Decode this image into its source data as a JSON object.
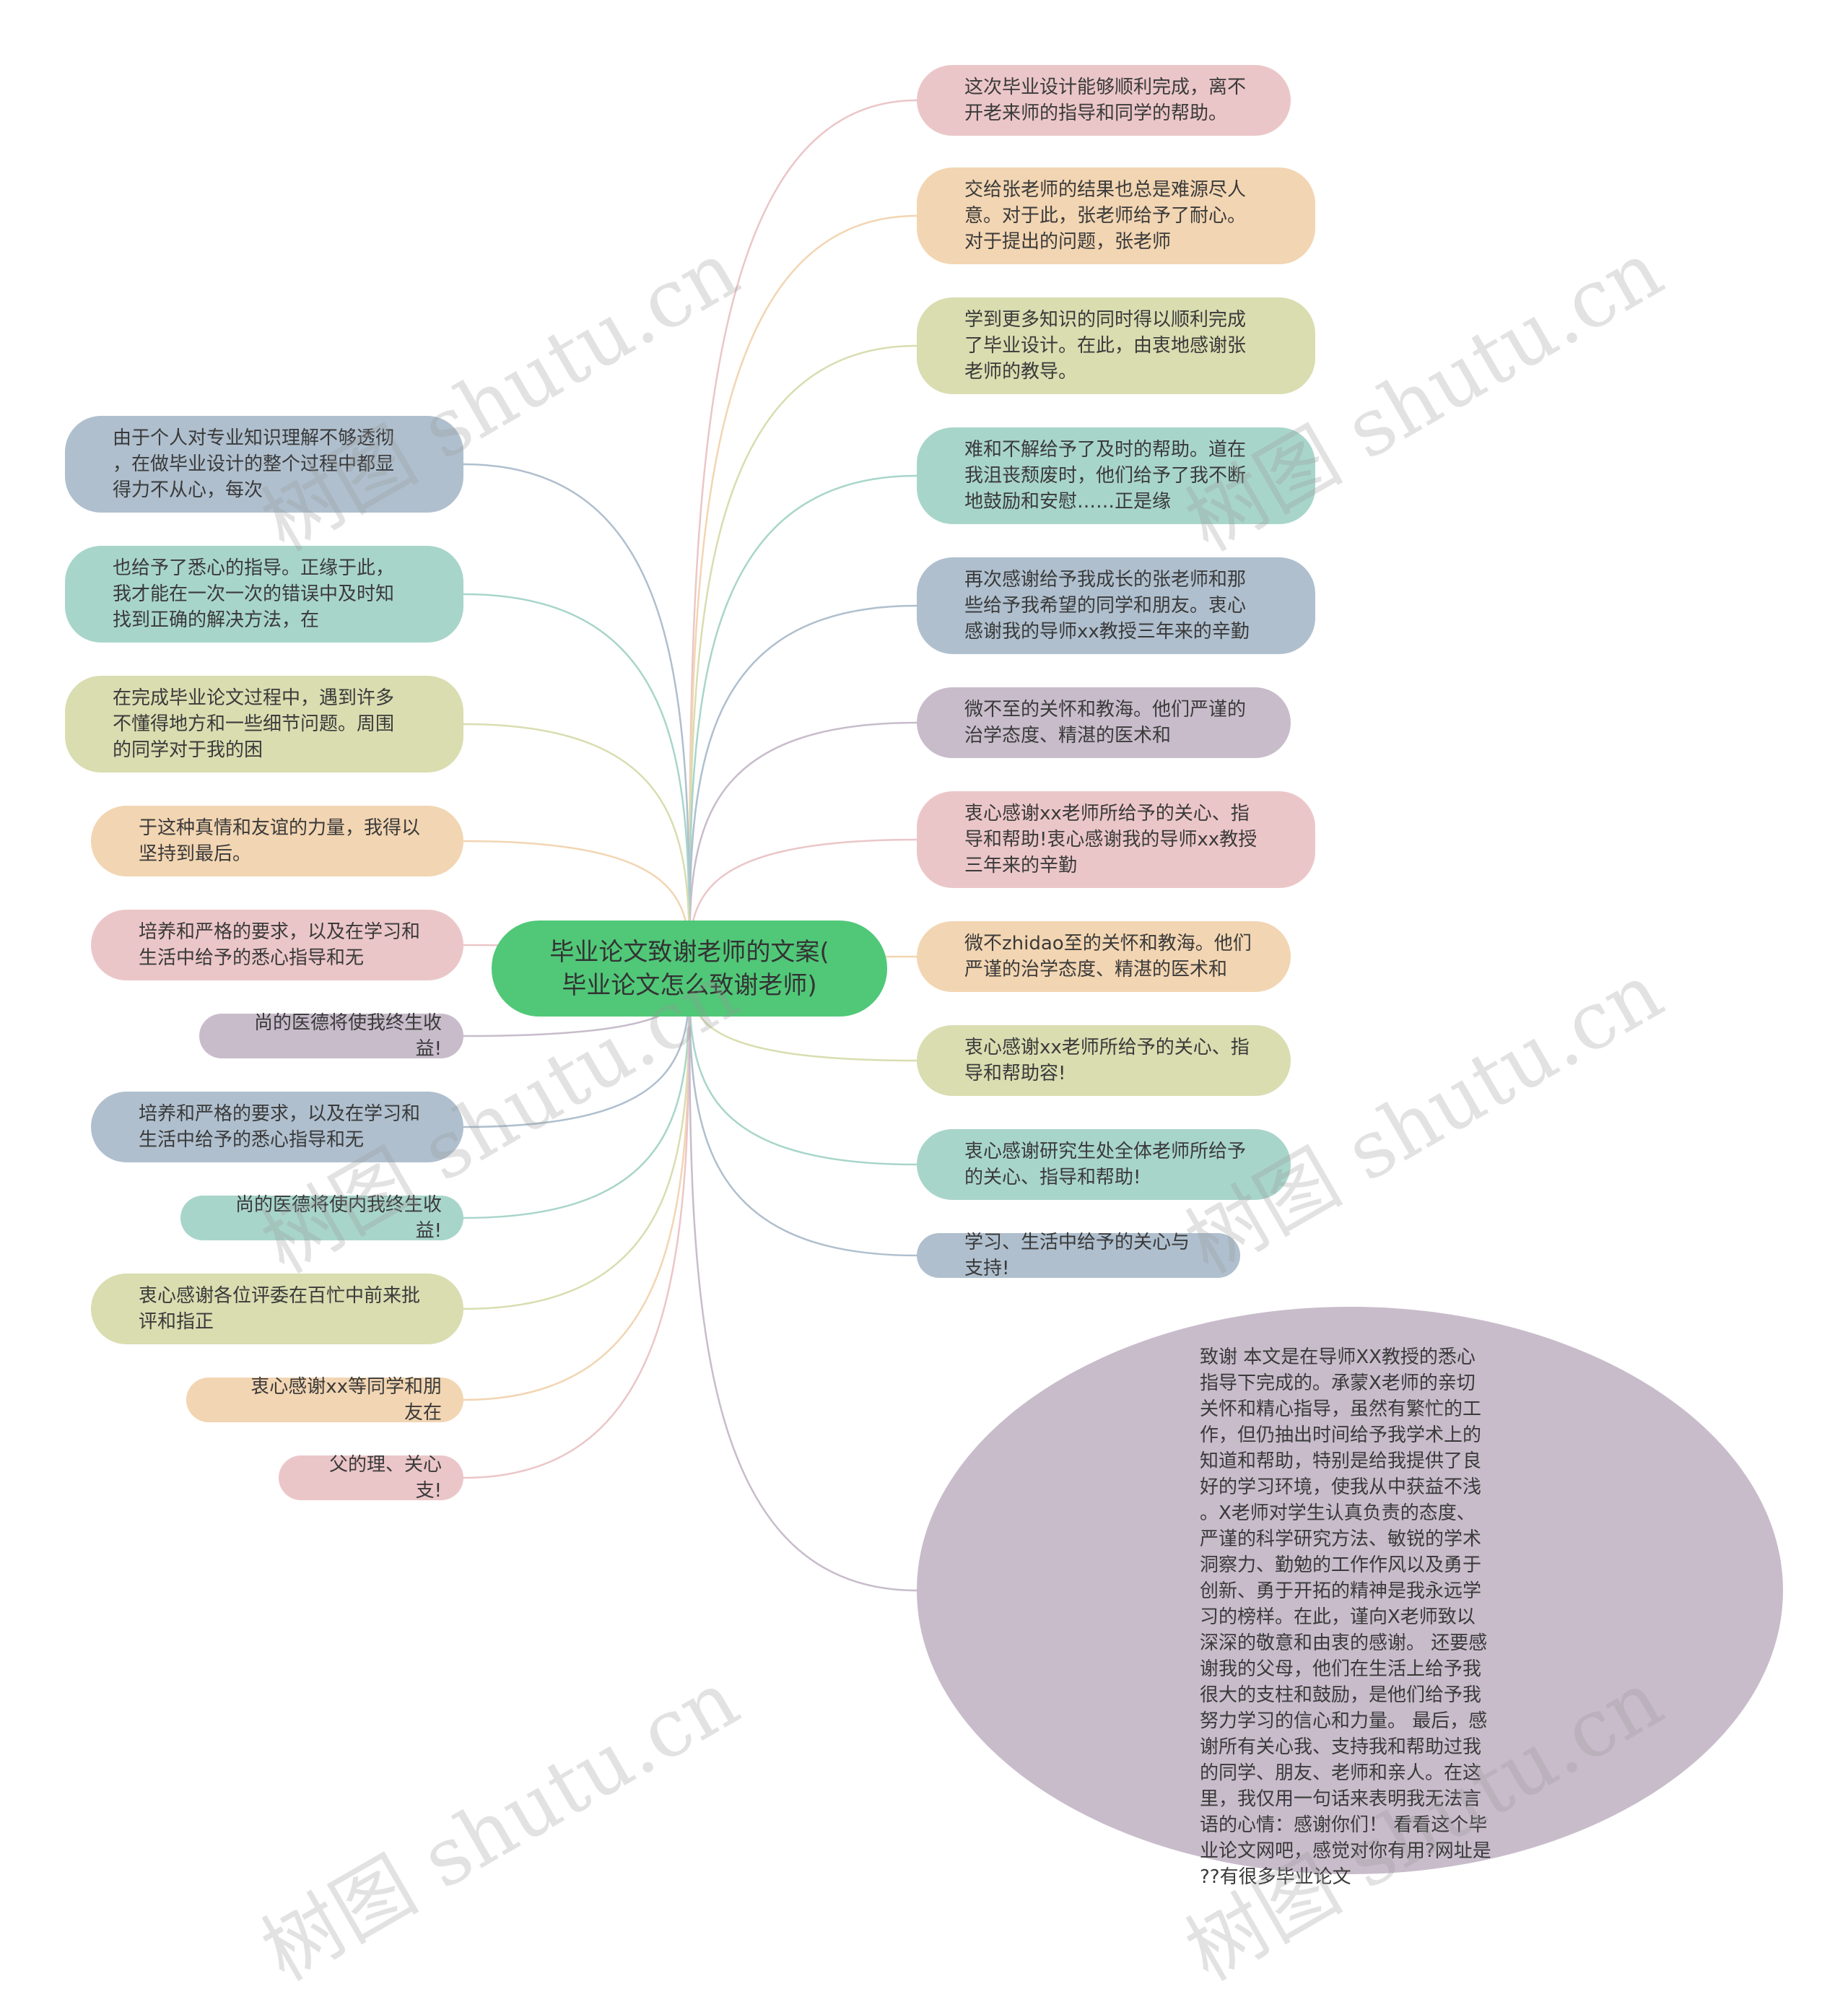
{
  "center": {
    "text": "毕业论文致谢老师的文案(\n毕业论文怎么致谢老师)"
  },
  "right_nodes": [
    {
      "text": "这次毕业设计能够顺利完成，离不\n开老来师的指导和同学的帮助。",
      "color": "#ebc6c8"
    },
    {
      "text": "交给张老师的结果也总是难源尽人\n意。对于此，张老师给予了耐心。\n对于提出的问题，张老师",
      "color": "#f2d5b2"
    },
    {
      "text": "学到更多知识的同时得以顺利完成\n了毕业设计。在此，由衷地感谢张\n老师的教导。",
      "color": "#d9ddb0"
    },
    {
      "text": "难和不解给予了及时的帮助。道在\n我沮丧颓废时，他们给予了我不断\n地鼓励和安慰……正是缘",
      "color": "#a8d5ca"
    },
    {
      "text": "再次感谢给予我成长的张老师和那\n些给予我希望的同学和朋友。衷心\n感谢我的导师xx教授三年来的辛勤",
      "color": "#afbfce"
    },
    {
      "text": "微不至的关怀和教海。他们严谨的\n治学态度、精湛的医术和",
      "color": "#c8bccb"
    },
    {
      "text": "衷心感谢xx老师所给予的关心、指\n导和帮助!衷心感谢我的导师xx教授\n三年来的辛勤",
      "color": "#ebc6c8"
    },
    {
      "text": "微不zhidao至的关怀和教海。他们\n严谨的治学态度、精湛的医术和",
      "color": "#f2d5b2"
    },
    {
      "text": "衷心感谢xx老师所给予的关心、指\n导和帮助容!",
      "color": "#d9ddb0"
    },
    {
      "text": "衷心感谢研究生处全体老师所给予\n的关心、指导和帮助!",
      "color": "#a8d5ca"
    },
    {
      "text": "学习、生活中给予的关心与支持!",
      "color": "#afbfce"
    }
  ],
  "left_nodes": [
    {
      "text": "由于个人对专业知识理解不够透彻\n，在做毕业设计的整个过程中都显\n得力不从心，每次",
      "color": "#afbfce"
    },
    {
      "text": "也给予了悉心的指导。正缘于此，\n我才能在一次一次的错误中及时知\n找到正确的解决方法，在",
      "color": "#a8d5ca"
    },
    {
      "text": "在完成毕业论文过程中，遇到许多\n不懂得地方和一些细节问题。周围\n的同学对于我的困",
      "color": "#d9ddb0"
    },
    {
      "text": "于这种真情和友谊的力量，我得以\n坚持到最后。",
      "color": "#f2d5b2"
    },
    {
      "text": "培养和严格的要求，以及在学习和\n生活中给予的悉心指导和无",
      "color": "#ebc6c8"
    },
    {
      "text": "尚的医德将使我终生收益!",
      "color": "#c8bccb"
    },
    {
      "text": "培养和严格的要求，以及在学习和\n生活中给予的悉心指导和无",
      "color": "#afbfce"
    },
    {
      "text": "尚的医德将使内我终生收益!",
      "color": "#a8d5ca"
    },
    {
      "text": "衷心感谢各位评委在百忙中前来批\n评和指正",
      "color": "#d9ddb0"
    },
    {
      "text": "衷心感谢xx等同学和朋友在",
      "color": "#f2d5b2"
    },
    {
      "text": "父的理、关心支!",
      "color": "#ebc6c8"
    }
  ],
  "big_node": {
    "text": "致谢 本文是在导师XX教授的悉心\n指导下完成的。承蒙X老师的亲切\n关怀和精心指导，虽然有繁忙的工\n作，但仍抽出时间给予我学术上的\n知道和帮助，特别是给我提供了良\n好的学习环境，使我从中获益不浅\n。X老师对学生认真负责的态度、\n严谨的科学研究方法、敏锐的学术\n洞察力、勤勉的工作作风以及勇于\n创新、勇于开拓的精神是我永远学\n习的榜样。在此，谨向X老师致以\n深深的敬意和由衷的感谢。 还要感\n谢我的父母，他们在生活上给予我\n很大的支柱和鼓励，是他们给予我\n努力学习的信心和力量。 最后，感\n谢所有关心我、支持我和帮助过我\n的同学、朋友、老师和亲人。在这\n里，我仅用一句话来表明我无法言\n语的心情：感谢你们！ 看看这个毕\n业论文网吧，感觉对你有用?网址是\n??有很多毕业论文",
    "color": "#c8bccb"
  },
  "watermark": "树图 shutu.cn"
}
